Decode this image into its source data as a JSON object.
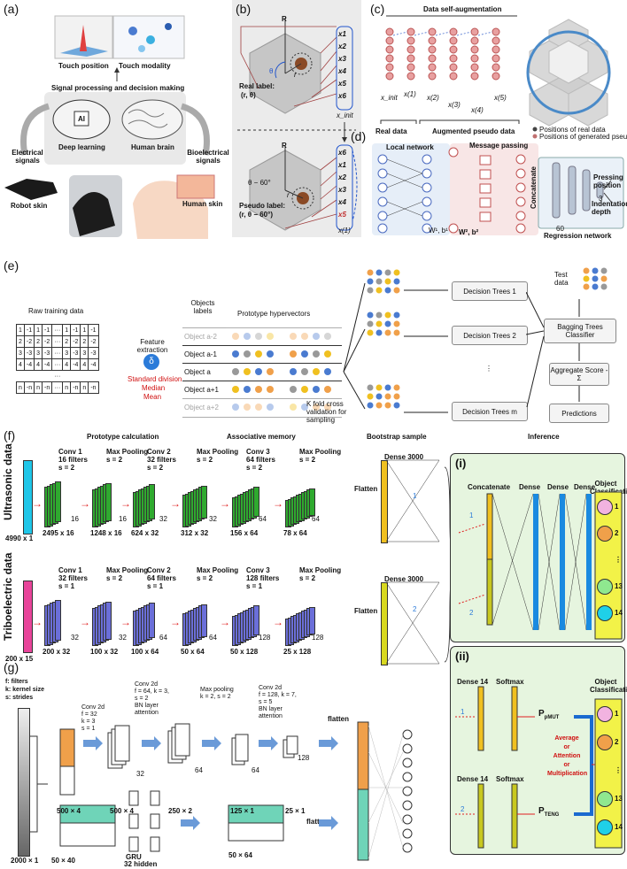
{
  "panels": {
    "a": "(a)",
    "b": "(b)",
    "c": "(c)",
    "d": "(d)",
    "e": "(e)",
    "f": "(f)",
    "g": "(g)"
  },
  "a": {
    "touch_position": "Touch position",
    "touch_modality": "Touch modality",
    "signal_processing": "Signal processing and decision making",
    "deep_learning": "Deep learning",
    "human_brain": "Human brain",
    "electrical": "Electrical signals",
    "bioelectrical": "Bioelectrical signals",
    "robot_skin": "Robot skin",
    "human_skin": "Human skin",
    "ai": "AI"
  },
  "b": {
    "axis_r": "R",
    "real_label_1": "Real label:",
    "real_label_2": "(r, θ)",
    "pseudo_label_1": "Pseudo label:",
    "pseudo_label_2": "(r, θ − 60°)",
    "theta": "θ",
    "theta_minus": "θ − 60°",
    "r": "r",
    "x_top": [
      "x1",
      "x2",
      "x3",
      "x4",
      "x5",
      "x6"
    ],
    "x_bottom": [
      "x6",
      "x1",
      "x2",
      "x3",
      "x4",
      "x5"
    ],
    "x_init": "x_init",
    "x1_label": "x(1)"
  },
  "c": {
    "title": "Data self-augmentation",
    "cols": [
      "x_init",
      "x(1)",
      "x(2)",
      "x(3)",
      "x(4)",
      "x(5)"
    ],
    "real_data": "Real data",
    "augmented": "Augmented pseudo data",
    "legend_real": "Positions of real data",
    "legend_gen": "Positions of generated pseudo data"
  },
  "d": {
    "local_network": "Local network",
    "message_passing": "Message passing",
    "w1": "W¹, b¹",
    "w2": "W², b²",
    "concatenate": "Concatenate",
    "n60": "60",
    "n3": "3",
    "pressing": "Pressing position",
    "indentation": "Indentation depth",
    "regression": "Regression network"
  },
  "e": {
    "raw": "Raw training data",
    "rows": [
      [
        "1",
        "-1",
        "1",
        "-1",
        "···",
        "1",
        "-1",
        "1",
        "-1"
      ],
      [
        "2",
        "-2",
        "2",
        "-2",
        "···",
        "2",
        "-2",
        "2",
        "-2"
      ],
      [
        "3",
        "-3",
        "3",
        "-3",
        "···",
        "3",
        "-3",
        "3",
        "-3"
      ],
      [
        "4",
        "-4",
        "4",
        "-4",
        "···",
        "4",
        "-4",
        "4",
        "-4"
      ],
      [
        "···"
      ],
      [
        "n",
        "-n",
        "n",
        "-n",
        "···",
        "n",
        "-n",
        "n",
        "-n"
      ]
    ],
    "feature_extraction": "Feature extraction",
    "delta": "δ",
    "std": "Standard division",
    "median": "Median",
    "mean": "Mean",
    "objects_labels": "Objects labels",
    "prototype": "Prototype hypervectors",
    "objects": [
      "Object a-2",
      "Object a-1",
      "Object a",
      "Object a+1",
      "Object a+2"
    ],
    "kfold": "K fold cross validation for sampling",
    "dt1": "Decision Trees 1",
    "dt2": "Decision Trees 2",
    "dtm": "Decision Trees m",
    "test_data": "Test data",
    "bagging": "Bagging Trees Classifier",
    "aggregate": "Aggregate Score - Σ",
    "predictions": "Predictions"
  },
  "f": {
    "h_proto": "Prototype calculation",
    "h_assoc": "Associative memory",
    "h_boot": "Bootstrap sample",
    "h_inf": "Inference",
    "ultrasonic": "Ultrasonic data",
    "triboelectric": "Triboelectric data",
    "u_in": "4990 x 1",
    "t_in": "200 x 15",
    "u_layers": [
      {
        "name": "Conv 1",
        "a": "16 filters",
        "b": "s = 2",
        "dim": "2495 x 16",
        "d": "16"
      },
      {
        "name": "Max Pooling",
        "a": "s = 2",
        "b": "",
        "dim": "1248 x 16",
        "d": "16"
      },
      {
        "name": "Conv 2",
        "a": "32 filters",
        "b": "s = 2",
        "dim": "624 x 32",
        "d": "32"
      },
      {
        "name": "Max Pooling",
        "a": "s = 2",
        "b": "",
        "dim": "312 x 32",
        "d": "32"
      },
      {
        "name": "Conv 3",
        "a": "64 filters",
        "b": "s = 2",
        "dim": "156 x 64",
        "d": "64"
      },
      {
        "name": "Max Pooling",
        "a": "s = 2",
        "b": "",
        "dim": "78 x 64",
        "d": "64"
      }
    ],
    "t_layers": [
      {
        "name": "Conv 1",
        "a": "32 filters",
        "b": "s = 1",
        "dim": "200 x 32",
        "d": "32"
      },
      {
        "name": "Max Pooling",
        "a": "s = 2",
        "b": "",
        "dim": "100 x 32",
        "d": "32"
      },
      {
        "name": "Conv 2",
        "a": "64 filters",
        "b": "s = 1",
        "dim": "100 x 64",
        "d": "64"
      },
      {
        "name": "Max Pooling",
        "a": "s = 2",
        "b": "",
        "dim": "50 x 64",
        "d": "64"
      },
      {
        "name": "Conv 3",
        "a": "128 filters",
        "b": "s = 1",
        "dim": "50 x 128",
        "d": "128"
      },
      {
        "name": "Max Pooling",
        "a": "s = 2",
        "b": "",
        "dim": "25 x 128",
        "d": "128"
      }
    ],
    "flatten": "Flatten",
    "dense3000": "Dense 3000",
    "one": "1",
    "two": "2",
    "i_label": "(i)",
    "ii_label": "(ii)",
    "concatenate": "Concatenate",
    "dense": "Dense",
    "object_classification": "Object Classification",
    "class_nums": [
      "1",
      "2",
      "⋮",
      "13",
      "14"
    ],
    "dense14": "Dense 14",
    "softmax": "Softmax",
    "p_pmut": "P",
    "p_pmut_sub": "pMUT",
    "p_teng": "P",
    "p_teng_sub": "TENG",
    "avg": "Average",
    "or1": "or",
    "attention": "Attention",
    "or2": "or",
    "multiplication": "Multiplication"
  },
  "g": {
    "legend": [
      "f: filters",
      "k: kernel size",
      "s: strides"
    ],
    "in_dim": "2000 × 1",
    "conv1": [
      "Conv 2d",
      "f = 32",
      "k = 3",
      "s = 1"
    ],
    "conv2": [
      "Conv 2d",
      "f = 64, k = 3,",
      "s = 2",
      "BN layer",
      "attention"
    ],
    "maxpool": [
      "Max pooling",
      "k = 2, s = 2"
    ],
    "conv3": [
      "Conv 2d",
      "f = 128, k = 7,",
      "s = 5",
      "BN layer",
      "attention"
    ],
    "flatten": "flatten",
    "flatten2": "flatten",
    "dims": [
      "500 × 4",
      "500 × 4",
      "250 × 2",
      "125 × 1",
      "25 × 1"
    ],
    "depths": [
      "32",
      "64",
      "64",
      "128"
    ],
    "gru_in": "50 × 40",
    "gru": "GRU",
    "gru_hidden": "32 hidden",
    "gru_out": "50 × 64"
  },
  "colors": {
    "ultra_green": "#2faa2f",
    "tribo_blue": "#6b6fd9",
    "cyan_bar": "#1fc6e8",
    "pink_bar": "#e8449a",
    "orange": "#f0a04a",
    "teal": "#6fd4b8",
    "panel_green": "#e6f5df",
    "red": "#e02020"
  }
}
